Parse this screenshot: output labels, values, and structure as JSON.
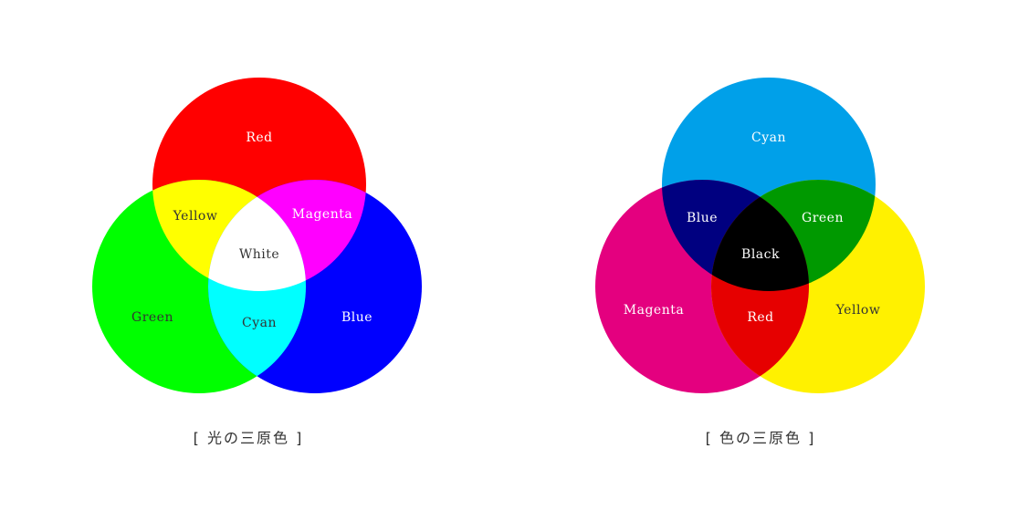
{
  "light": {
    "caption": "[ 光の三原色 ]",
    "colors": {
      "red": "#ff0000",
      "green": "#00ff00",
      "blue": "#0000ff",
      "yellow": "#ffff00",
      "magenta": "#ff00ff",
      "cyan": "#00ffff",
      "white": "#ffffff"
    },
    "labels": {
      "red": "Red",
      "green": "Green",
      "blue": "Blue",
      "yellow": "Yellow",
      "magenta": "Magenta",
      "cyan": "Cyan",
      "white": "White"
    }
  },
  "pigment": {
    "caption": "[ 色の三原色 ]",
    "colors": {
      "cyan": "#00a0e9",
      "magenta": "#e4007f",
      "yellow": "#fff100",
      "blue": "#000080",
      "green": "#009900",
      "red": "#e60000",
      "black": "#000000"
    },
    "labels": {
      "cyan": "Cyan",
      "magenta": "Magenta",
      "yellow": "Yellow",
      "blue": "Blue",
      "green": "Green",
      "red": "Red",
      "black": "Black"
    }
  }
}
